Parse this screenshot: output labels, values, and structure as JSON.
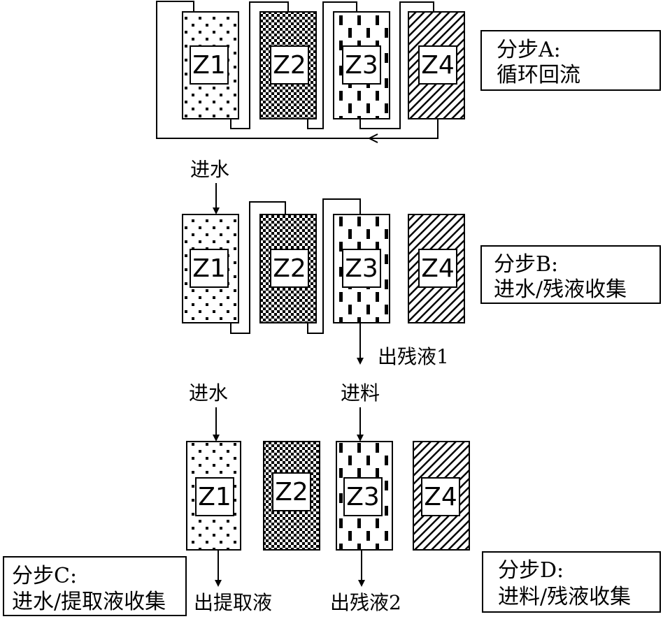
{
  "step_a": {
    "title": "分步A:",
    "subtitle": "循环回流",
    "columns": [
      "Z1",
      "Z2",
      "Z3",
      "Z4"
    ]
  },
  "step_b": {
    "title": "分步B:",
    "subtitle": "进水/残液收集",
    "inlet": "进水",
    "outlet": "出残液1",
    "columns": [
      "Z1",
      "Z2",
      "Z3",
      "Z4"
    ]
  },
  "step_c": {
    "title": "分步C:",
    "subtitle": "进水/提取液收集",
    "inlet": "进水",
    "outlet": "出提取液",
    "columns": [
      "Z1",
      "Z2",
      "Z3",
      "Z4"
    ]
  },
  "step_d": {
    "title": "分步D:",
    "subtitle": "进料/残液收集",
    "inlet": "进料",
    "outlet": "出残液2"
  }
}
